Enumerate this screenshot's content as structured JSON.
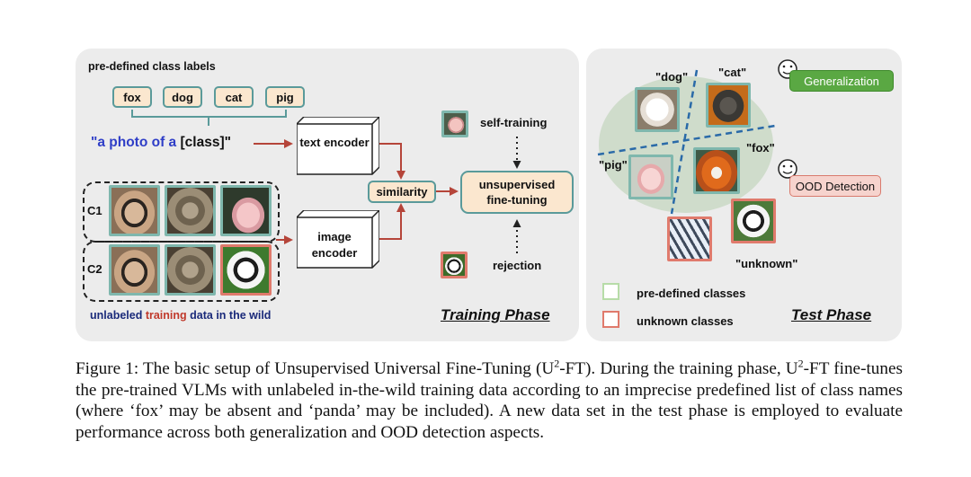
{
  "training": {
    "header": "pre-defined class labels",
    "classes": [
      "fox",
      "dog",
      "cat",
      "pig"
    ],
    "prompt_quote": "\"a photo of a",
    "prompt_class": "[class]\"",
    "text_encoder": "text encoder",
    "image_encoder": "image encoder",
    "similarity": "similarity",
    "finetune": "unsupervised fine-tuning",
    "self_training": "self-training",
    "rejection": "rejection",
    "row1": "C1",
    "row2": "C2",
    "footer_pre": "unlabeled ",
    "footer_red": "training",
    "footer_post": " data in the wild",
    "phase": "Training Phase"
  },
  "test": {
    "dog": "\"dog\"",
    "cat": "\"cat\"",
    "pig": "\"pig\"",
    "fox": "\"fox\"",
    "unknown": "\"unknown\"",
    "generalization": "Generalization",
    "ood": "OOD Detection",
    "legend_pre": "pre-defined classes",
    "legend_unk": "unknown classes",
    "phase": "Test Phase"
  },
  "caption": {
    "label": "Figure 1:",
    "line1": " The basic setup of Unsupervised Universal Fine-Tuning (U",
    "sup": "2",
    "line1b": "-FT). During the training phase, U",
    "sup2": "2",
    "rest": "-FT fine-tunes the pre-trained VLMs with unlabeled in-the-wild training data according to an imprecise predefined list of class names (where ‘fox’ may be absent and ‘panda’ may be included). A new data set in the test phase is employed to evaluate performance across both generalization and OOD detection aspects."
  },
  "colors": {
    "panel": "#ececec",
    "node_fill": "#fbe7cf",
    "node_border": "#5a9a9a",
    "arrow": "#b5453a",
    "prompt_blue": "#2f3ec7",
    "training_red": "#c0392b",
    "green_tag": "#5aa843",
    "ood_tag": "#f6d3cd",
    "ellipse": "#cfdccb"
  }
}
